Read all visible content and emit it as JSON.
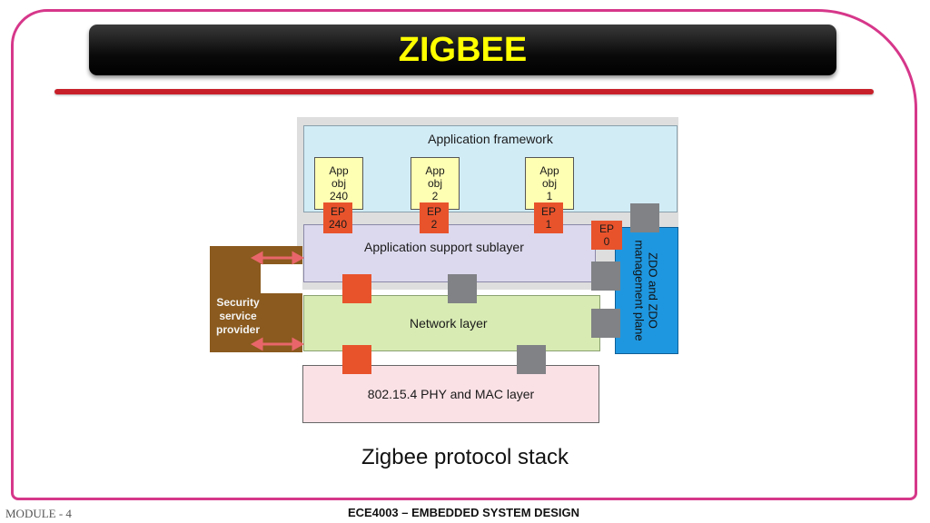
{
  "slide": {
    "title": "ZIGBEE",
    "caption": "Zigbee protocol stack",
    "footer_left": "MODULE - 4",
    "footer_center": "ECE4003 – EMBEDDED SYSTEM DESIGN"
  },
  "diagram": {
    "application_framework": "Application framework",
    "app_objects": [
      {
        "lines": [
          "App",
          "obj",
          "240"
        ],
        "endpoint": [
          "EP",
          "240"
        ]
      },
      {
        "lines": [
          "App",
          "obj",
          "2"
        ],
        "endpoint": [
          "EP",
          "2"
        ]
      },
      {
        "lines": [
          "App",
          "obj",
          "1"
        ],
        "endpoint": [
          "EP",
          "1"
        ]
      }
    ],
    "ep0": [
      "EP",
      "0"
    ],
    "aps": "Application support sublayer",
    "network": "Network layer",
    "phy_mac": "802.15.4 PHY and MAC layer",
    "security": [
      "Security",
      "service",
      "provider"
    ],
    "zdo": [
      "ZDO and ZDO",
      "management plane"
    ]
  },
  "colors": {
    "frame_border": "#d6378a",
    "title_text": "#ffff00",
    "rule": "#c8202a",
    "app_framework_bg": "#d2ecf6",
    "app_obj_bg": "#ffffb4",
    "endpoint": "#e8532c",
    "aps_bg": "#dcd9ee",
    "network_bg": "#d8ebb3",
    "phy_bg": "#fae1e6",
    "security_bg": "#8a5a1e",
    "zdo_bg": "#1f97e0",
    "connector_gray": "#808285",
    "outer_gray": "#dedede"
  }
}
